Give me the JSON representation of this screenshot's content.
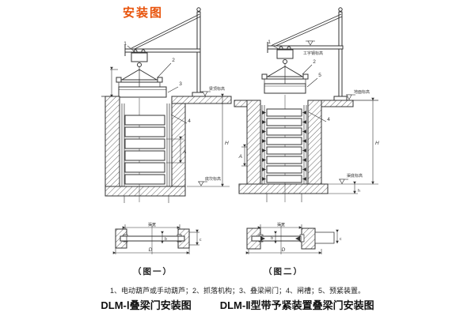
{
  "title": "安装图",
  "colors": {
    "accent": "#e8540c",
    "line": "#333333"
  },
  "d1": {
    "c1": "1",
    "c2": "2",
    "c3": "3",
    "c4": "4",
    "dim_a": "A",
    "dim_h": "H",
    "elev_top": "梁顶标高",
    "elev_bottom": "底坎标高"
  },
  "d2": {
    "c1": "1",
    "c2": "2",
    "c4": "4",
    "c5": "5",
    "dim_a": "A",
    "dim_h": "H",
    "dim_h_small": "h",
    "elev_ibeam": "工字钢标高",
    "elev_ground": "地面标高",
    "elev_bottom": "渠底标高"
  },
  "p1": {
    "caption": "（图一）",
    "width_label": "渠宽",
    "dim_d": "D",
    "dim_c": "c",
    "dim_b": "b"
  },
  "p2": {
    "caption": "（图二）",
    "width_label": "渠宽",
    "dim_d": "D",
    "dim_c": "c",
    "dim_b": "b"
  },
  "footer": {
    "notes": "1、电动葫芦或手动葫芦；2、抓落机构；3、叠梁闸门；4、闸槽；5、预紧装置。",
    "caption_left": "DLM-Ⅰ叠梁门安装图",
    "caption_right": "DLM-Ⅱ型带予紧装置叠梁门安装图"
  }
}
